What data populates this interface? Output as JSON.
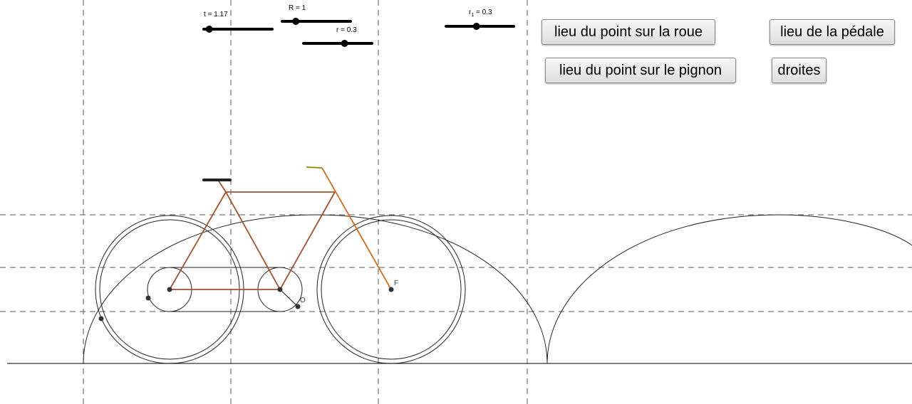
{
  "buttons": {
    "wheel_locus": "lieu du point sur la roue",
    "pinion_locus": "lieu du point sur le pignon",
    "pedal_locus": "lieu de la pédale",
    "lines": "droites"
  },
  "sliders": {
    "t": {
      "name": "t",
      "value": "1.17",
      "fraction": 0.08
    },
    "R": {
      "name": "R",
      "value": "1",
      "fraction": 0.2
    },
    "r": {
      "name": "r",
      "value": "0.3",
      "fraction": 0.6
    },
    "r1": {
      "name": "r",
      "sub": "1",
      "value": "0.3",
      "fraction": 0.45
    }
  },
  "points": {
    "F": "F",
    "O": "O"
  },
  "colors": {
    "frame": "#a0522d",
    "fork": "#d2691e",
    "stem": "#8b8b00",
    "ink": "#000000"
  }
}
